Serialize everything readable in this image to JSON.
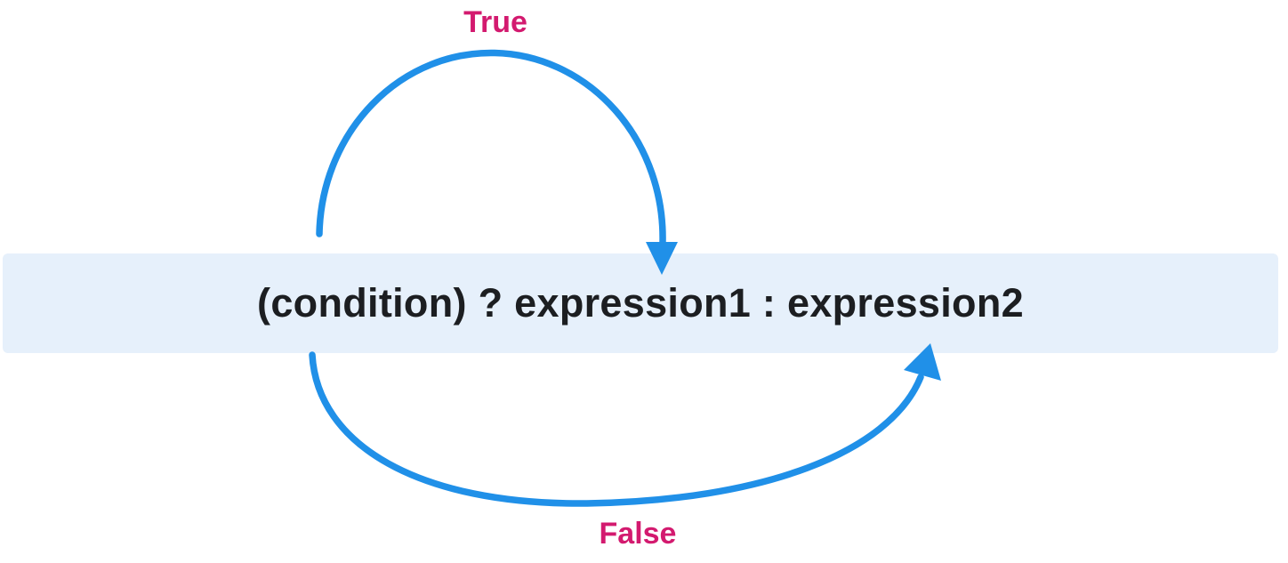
{
  "diagram": {
    "expression": "(condition) ? expression1 : expression2",
    "true_label": "True",
    "false_label": "False",
    "colors": {
      "arrow_blue": "#2090e8",
      "label_pink": "#d31a6f",
      "band_background": "#e6f0fb",
      "expression_text": "#1c1e21",
      "page_background": "#ffffff"
    }
  }
}
